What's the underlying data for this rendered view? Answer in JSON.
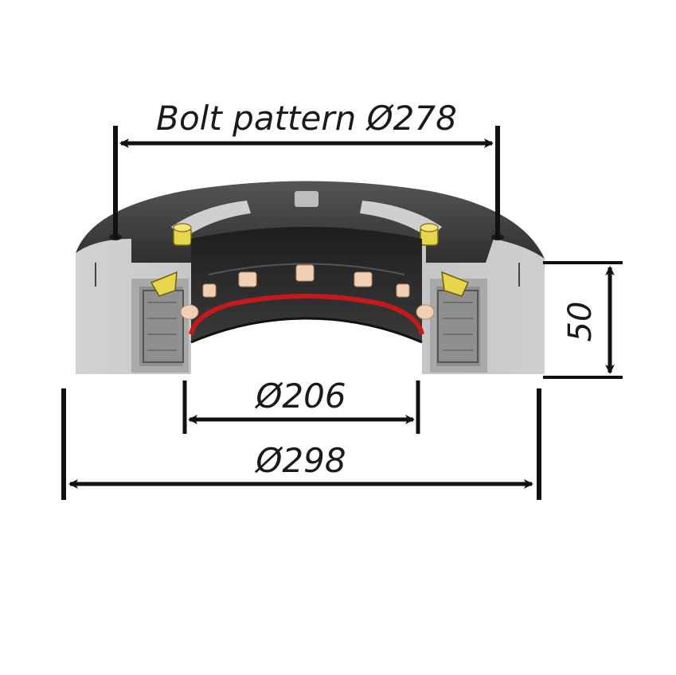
{
  "diagram": {
    "dimensions": {
      "bolt_pattern": "Bolt pattern Ø278",
      "inner_diameter": "Ø206",
      "outer_diameter": "Ø298",
      "height": "50"
    },
    "colors": {
      "dimension_line": "#111111",
      "housing_light": "#c8c8c8",
      "housing_dark": "#3a3a3a",
      "race_black": "#262626",
      "seal_red": "#c41a1a",
      "roller": "#f2cfb2",
      "grease_fitting": "#e8d64a"
    }
  }
}
